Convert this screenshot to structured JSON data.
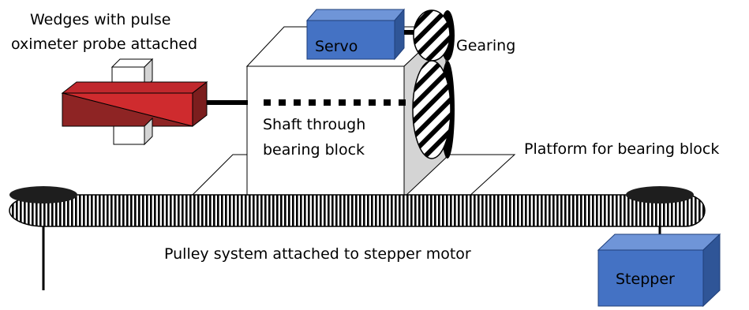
{
  "labels": {
    "wedges_line1": "Wedges with pulse",
    "wedges_line2": "oximeter probe attached",
    "servo": "Servo",
    "gearing": "Gearing",
    "shaft_line1": "Shaft through",
    "shaft_line2": "bearing block",
    "platform": "Platform for bearing block",
    "pulley": "Pulley system attached to stepper motor",
    "stepper": "Stepper"
  },
  "colors": {
    "servo_blue": "#4472c4",
    "wedge_red": "#c0282d",
    "wedge_dark_red": "#7b1e1e",
    "belt_dark": "#222222"
  }
}
